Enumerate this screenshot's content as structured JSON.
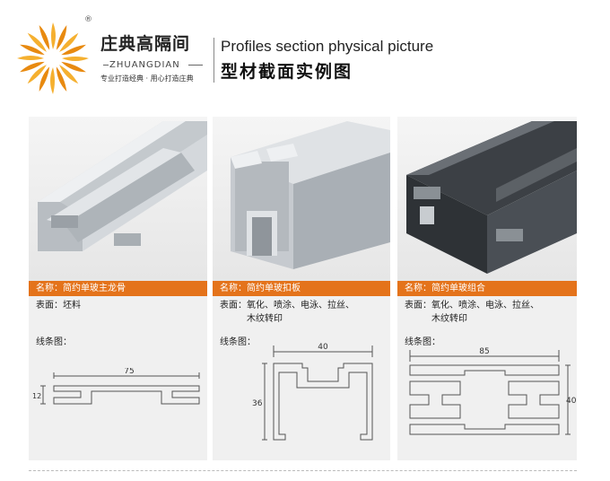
{
  "brand": {
    "name_cn": "庄典高隔间",
    "name_en": "ZHUANGDIAN",
    "slogan": "专业打造经典 · 用心打造庄典",
    "registered": "®"
  },
  "title": {
    "en": "Profiles section physical picture",
    "cn": "型材截面实例图"
  },
  "products": [
    {
      "name": "名称：简约单玻主龙骨",
      "surface": "表面：坯料",
      "surface_cont": "",
      "line_label": "线条图：",
      "dims": {
        "width": "75",
        "height": "12"
      }
    },
    {
      "name": "名称：简约单玻扣板",
      "surface": "表面：氧化、喷涂、电泳、拉丝、",
      "surface_cont": "木纹转印",
      "line_label": "线条图：",
      "dims": {
        "width": "40",
        "height": "36"
      }
    },
    {
      "name": "名称：简约单玻组合",
      "surface": "表面：氧化、喷涂、电泳、拉丝、",
      "surface_cont": "木纹转印",
      "line_label": "线条图：",
      "dims": {
        "width": "85",
        "height": "40"
      }
    }
  ],
  "colors": {
    "accent": "#e4731b",
    "logo": "#f0a020"
  }
}
